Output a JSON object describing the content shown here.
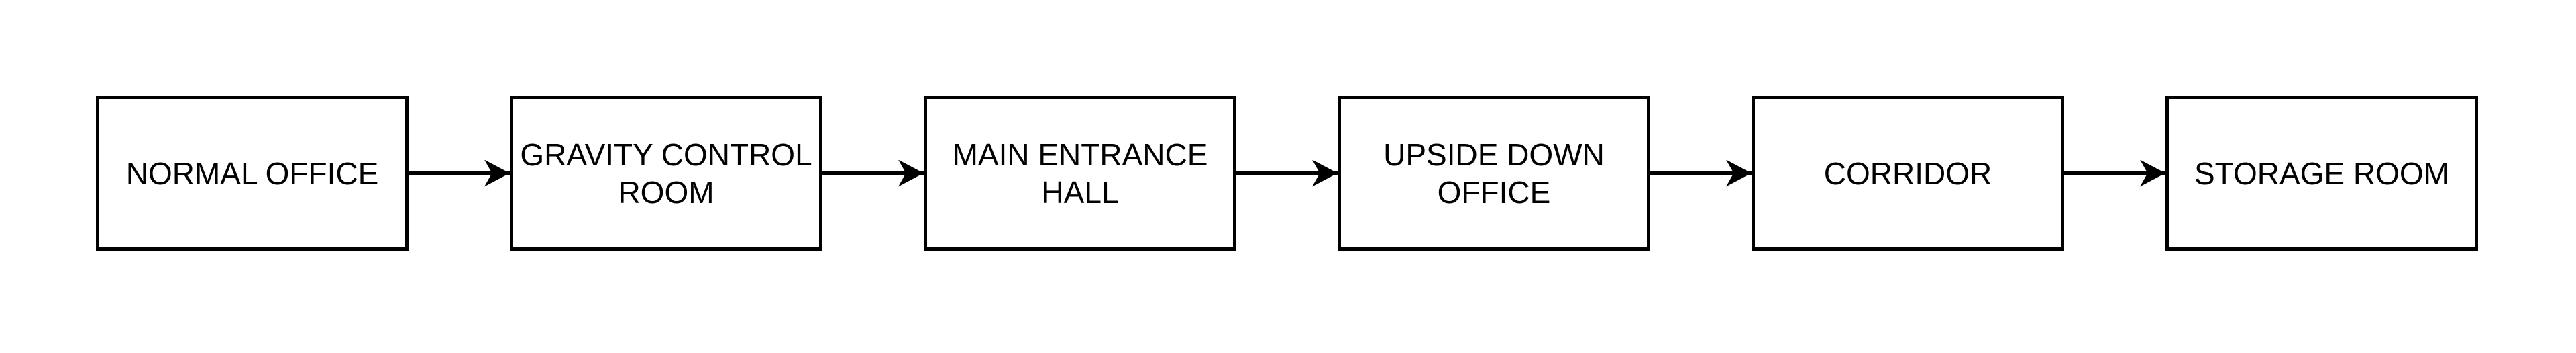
{
  "diagram": {
    "type": "flowchart",
    "direction": "left-to-right",
    "colors": {
      "background": "#ffffff",
      "node_fill": "#ffffff",
      "node_border": "#000000",
      "text": "#000000",
      "arrow": "#000000"
    },
    "nodes": [
      {
        "id": "normal-office",
        "label": "NORMAL OFFICE"
      },
      {
        "id": "gravity-control-room",
        "label": "GRAVITY CONTROL\nROOM"
      },
      {
        "id": "main-entrance-hall",
        "label": "MAIN ENTRANCE\nHALL"
      },
      {
        "id": "upside-down-office",
        "label": "UPSIDE DOWN\nOFFICE"
      },
      {
        "id": "corridor",
        "label": "CORRIDOR"
      },
      {
        "id": "storage-room",
        "label": "STORAGE ROOM"
      }
    ],
    "edges": [
      {
        "from": "NORMAL OFFICE",
        "to": "GRAVITY CONTROL ROOM",
        "style": "arrow-right"
      },
      {
        "from": "GRAVITY CONTROL ROOM",
        "to": "MAIN ENTRANCE HALL",
        "style": "arrow-right"
      },
      {
        "from": "MAIN ENTRANCE HALL",
        "to": "UPSIDE DOWN OFFICE",
        "style": "arrow-right"
      },
      {
        "from": "UPSIDE DOWN OFFICE",
        "to": "CORRIDOR",
        "style": "arrow-right"
      },
      {
        "from": "CORRIDOR",
        "to": "STORAGE ROOM",
        "style": "arrow-right"
      }
    ]
  }
}
